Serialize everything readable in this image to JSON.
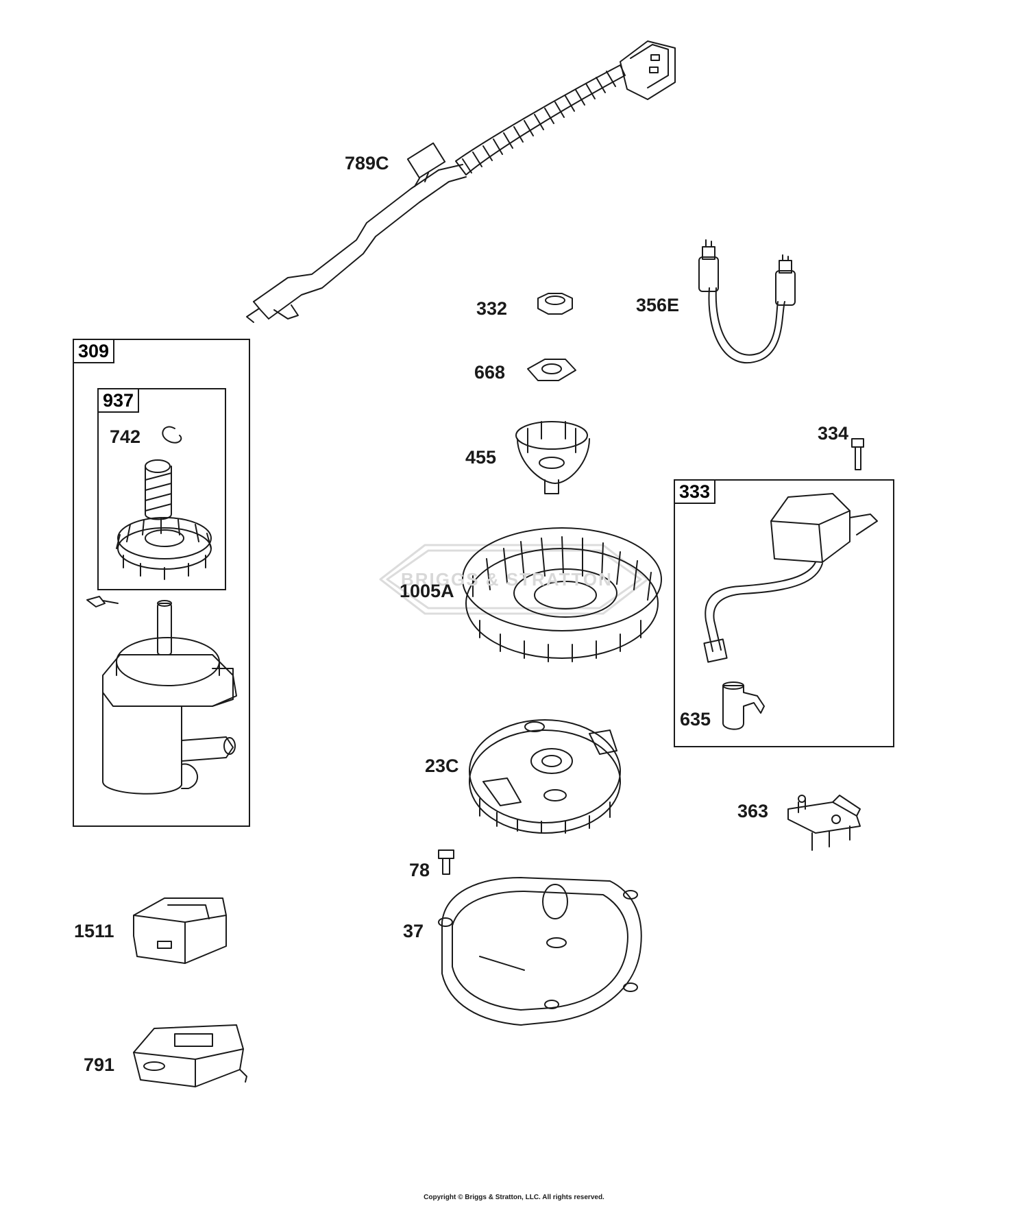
{
  "watermark": "BRIGGS & STRATTON",
  "boxes": {
    "box_309": "309",
    "box_937": "937",
    "box_333": "333"
  },
  "labels": {
    "p789C": "789C",
    "p332": "332",
    "p356E": "356E",
    "p668": "668",
    "p742": "742",
    "p455": "455",
    "p334": "334",
    "p1005A": "1005A",
    "p635": "635",
    "p23C": "23C",
    "p363": "363",
    "p78": "78",
    "p1511": "1511",
    "p37": "37",
    "p791": "791"
  },
  "footer": {
    "copyright": "Copyright © Briggs & Stratton, LLC. All rights reserved."
  },
  "colors": {
    "line": "#1a1a1a",
    "watermark": "#d8d8d8"
  }
}
